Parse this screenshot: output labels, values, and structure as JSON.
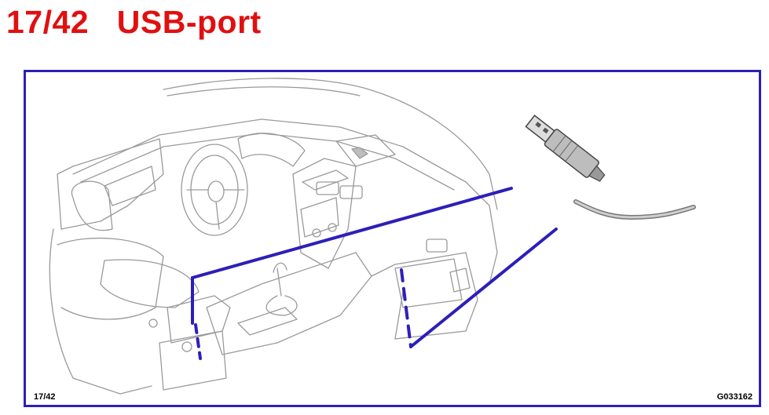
{
  "header": {
    "page_number": "17/42",
    "title": "USB-port"
  },
  "diagram": {
    "page_label": "17/42",
    "figure_code": "G033162",
    "frame_color": "#2d1fb8",
    "title_color": "#e01010",
    "callout_color": "#2d1fb8",
    "line_art_color": "#9a9a9a"
  }
}
